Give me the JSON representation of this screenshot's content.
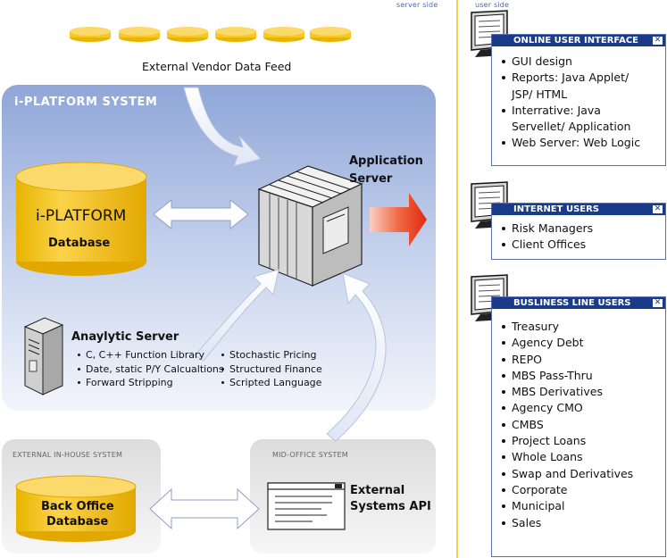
{
  "labels": {
    "server_side": "server side",
    "user_side": "user side",
    "vendor_feed": "External Vendor Data Feed",
    "iplatform_system": "i-PLATFORM SYSTEM",
    "db_line1": "i-PLATFORM",
    "db_line2": "Database",
    "app_server_line1": "Application",
    "app_server_line2": "Server",
    "analytic_server": "Anaylytic Server",
    "external_inhouse": "EXTERNAL IN-HOUSE SYSTEM",
    "mid_office": "MID-OFFICE SYSTEM",
    "back_office_line1": "Back Office",
    "back_office_line2": "Database",
    "ext_api_line1": "External",
    "ext_api_line2": "Systems API"
  },
  "analytic_items_left": [
    "C, C++ Function Library",
    "Date, static P/Y Calcualtions",
    "Forward Stripping"
  ],
  "analytic_items_right": [
    "Stochastic Pricing",
    "Structured Finance",
    "Scripted Language"
  ],
  "panels": {
    "online": {
      "title": "ONLINE USER INTERFACE",
      "items": [
        "GUI design",
        "Reports: Java Applet/ JSP/ HTML",
        "Interrative: Java Servellet/ Application",
        "Web Server: Web Logic"
      ]
    },
    "internet": {
      "title": "INTERNET USERS",
      "items": [
        "Risk Managers",
        "Client Offices"
      ]
    },
    "business": {
      "title": "BUSLINESS LINE USERS",
      "items": [
        "Treasury",
        "Agency Debt",
        "REPO",
        "MBS Pass-Thru",
        "MBS Derivatives",
        "Agency CMO",
        "CMBS",
        "Project Loans",
        "Whole Loans",
        "Swap and Derivatives",
        "Corporate",
        "Municipal",
        "Sales"
      ]
    }
  },
  "colors": {
    "database_fill": "#f5c82a",
    "system_panel": "#8fa6d8",
    "window_bar": "#1a3a8a",
    "arrow_red": "#e63a1a",
    "divider": "#f0c020"
  }
}
